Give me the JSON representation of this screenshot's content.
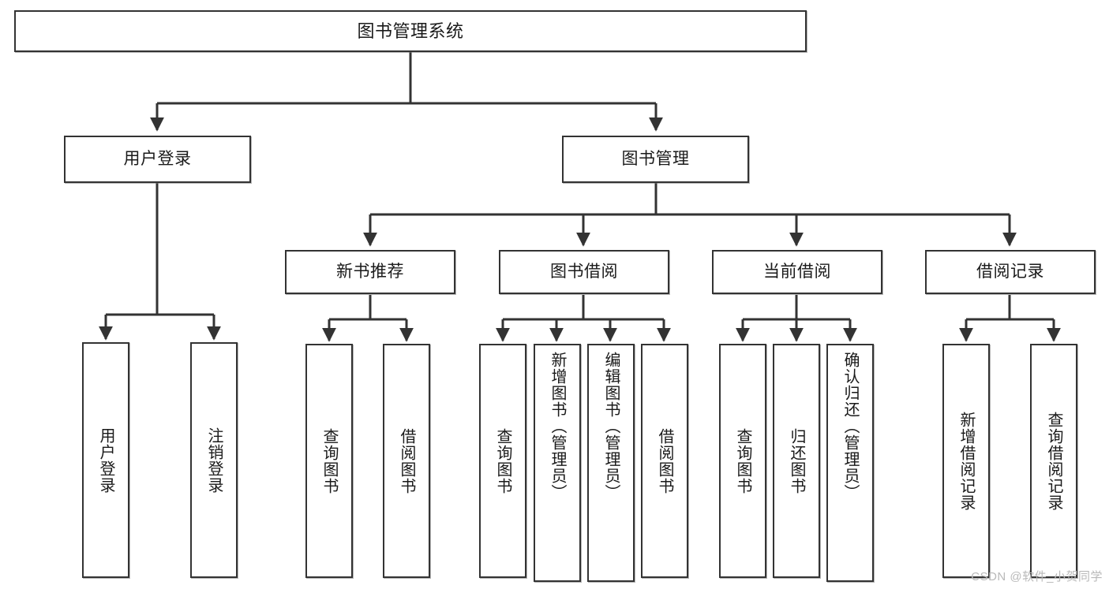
{
  "diagram": {
    "title": "图书管理系统",
    "type": "功能结构图",
    "background_color": "#ffffff",
    "line_color": "#333333",
    "box_fill": "#ffffff"
  },
  "root": {
    "label": "图书管理系统"
  },
  "level2": [
    {
      "id": "user-login",
      "label": "用户登录"
    },
    {
      "id": "book-manage",
      "label": "图书管理"
    }
  ],
  "level3": [
    {
      "id": "new-book-recommend",
      "label": "新书推荐",
      "parent": "book-manage"
    },
    {
      "id": "book-borrow",
      "label": "图书借阅",
      "parent": "book-manage"
    },
    {
      "id": "current-borrow",
      "label": "当前借阅",
      "parent": "book-manage"
    },
    {
      "id": "borrow-record",
      "label": "借阅记录",
      "parent": "book-manage"
    }
  ],
  "leaves": {
    "user_login": [
      {
        "id": "leaf-user-login",
        "label": "用户登录"
      },
      {
        "id": "leaf-logout",
        "label": "注销登录"
      }
    ],
    "new_book_recommend": [
      {
        "id": "leaf-query-book-1",
        "label": "查询图书"
      },
      {
        "id": "leaf-borrow-book-1",
        "label": "借阅图书"
      }
    ],
    "book_borrow": [
      {
        "id": "leaf-query-book-2",
        "label": "查询图书"
      },
      {
        "id": "leaf-add-book",
        "label": "新增图书（管理员）"
      },
      {
        "id": "leaf-edit-book",
        "label": "编辑图书（管理员）"
      },
      {
        "id": "leaf-borrow-book-2",
        "label": "借阅图书"
      }
    ],
    "current_borrow": [
      {
        "id": "leaf-query-book-3",
        "label": "查询图书"
      },
      {
        "id": "leaf-return-book",
        "label": "归还图书"
      },
      {
        "id": "leaf-confirm-return",
        "label": "确认归还（管理员）"
      }
    ],
    "borrow_record": [
      {
        "id": "leaf-add-record",
        "label": "新增借阅记录"
      },
      {
        "id": "leaf-query-record",
        "label": "查询借阅记录"
      }
    ]
  },
  "watermark": {
    "text": "CSDN @软件_小贺同学"
  }
}
